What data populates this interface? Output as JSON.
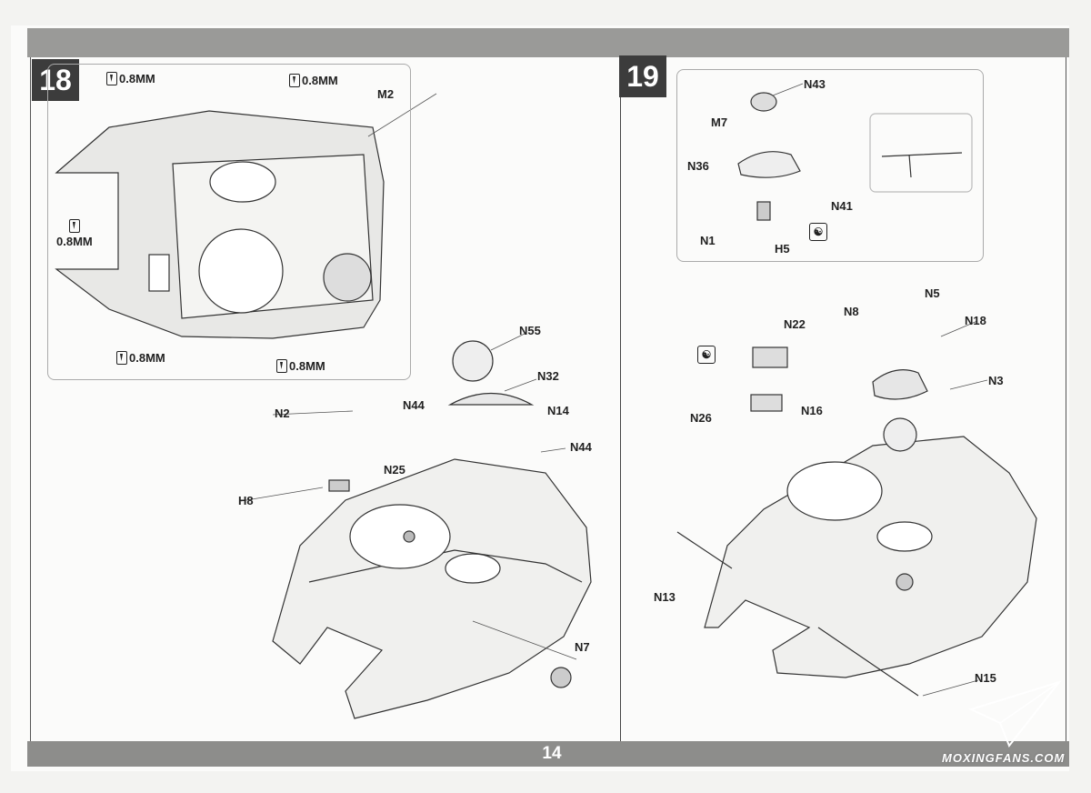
{
  "page_number": "14",
  "watermark": "MOXINGFANS.COM",
  "step18": {
    "number": "18",
    "drill_labels": [
      "0.8MM",
      "0.8MM",
      "0.8MM",
      "0.8MM",
      "0.8MM"
    ],
    "inset_part": "M2",
    "parts": [
      "N55",
      "N32",
      "N2",
      "N44",
      "N14",
      "N44",
      "N25",
      "H8",
      "N7"
    ]
  },
  "step19": {
    "number": "19",
    "inset_parts": [
      "N43",
      "M7",
      "N36",
      "N41",
      "N1",
      "H5"
    ],
    "parts": [
      "N5",
      "N8",
      "N18",
      "N22",
      "N3",
      "N26",
      "N16",
      "N13",
      "N15"
    ]
  },
  "icons": [
    "drill-icon",
    "glue-icon"
  ]
}
